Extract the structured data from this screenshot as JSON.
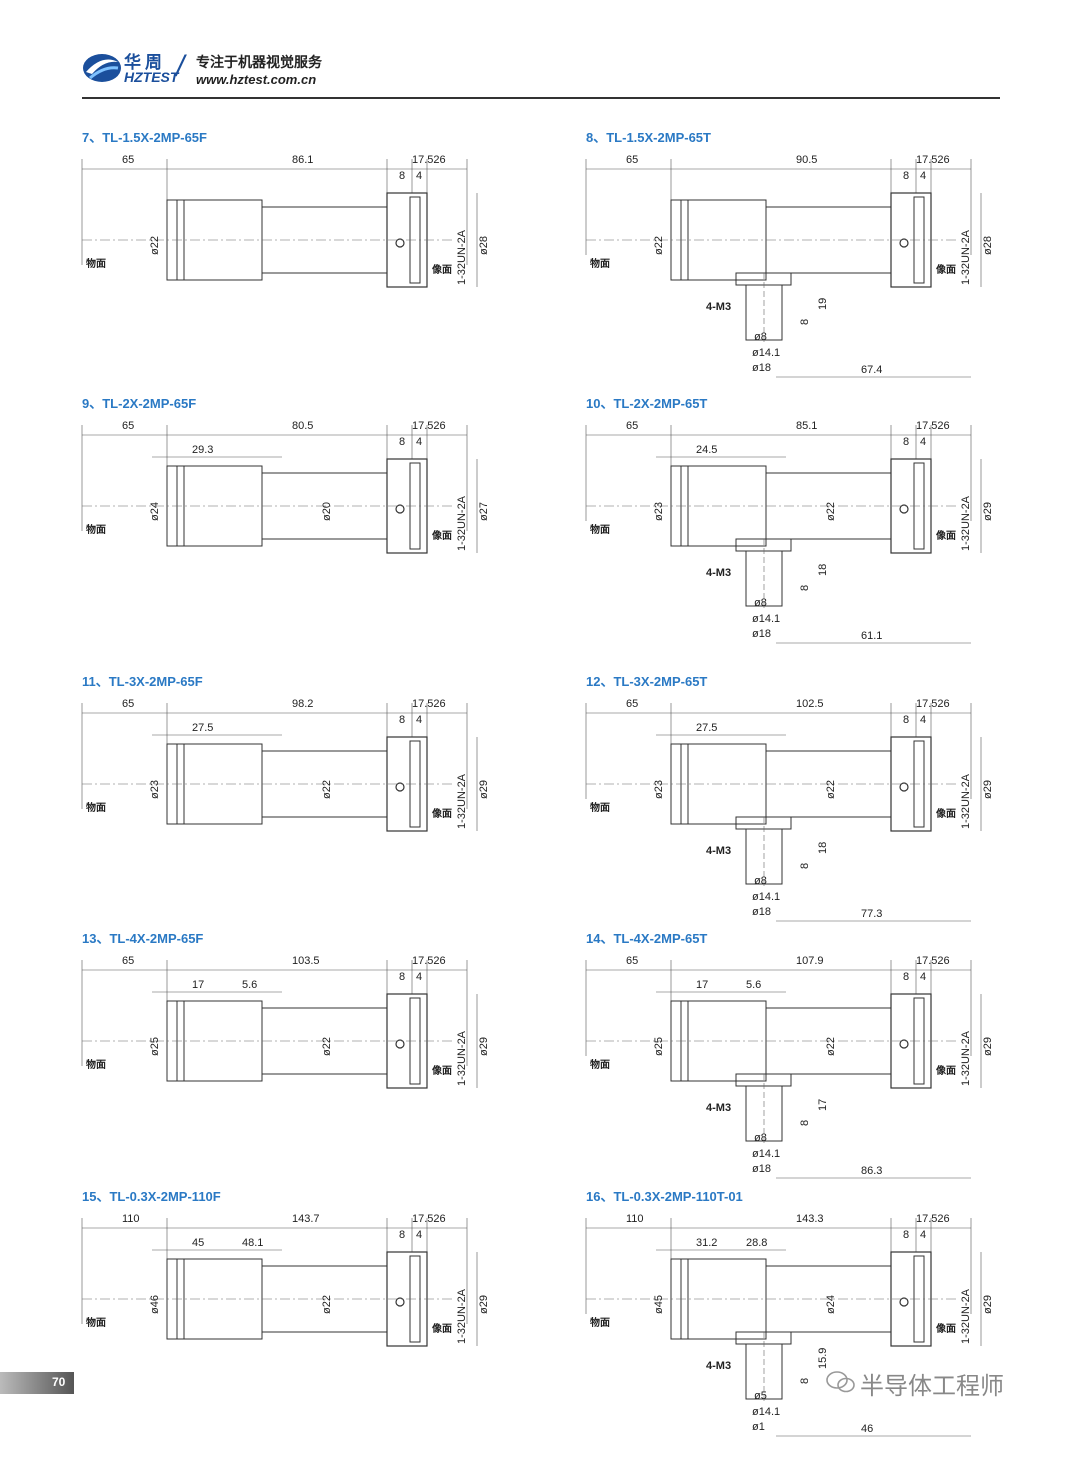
{
  "header": {
    "brand_cn": "华周",
    "brand_en": "HZTEST",
    "tagline": "专注于机器视觉服务",
    "url": "www.hztest.com.cn"
  },
  "labels": {
    "object_face": "物面",
    "image_face": "像面",
    "thread": "1-32UN-2A",
    "screw": "4-M3"
  },
  "drawings": [
    {
      "title": "7、TL-1.5X-2MP-65F",
      "type": "F",
      "dims": [
        "65",
        "86.1",
        "17.526",
        "8",
        "4"
      ],
      "dia_main": "ø22",
      "dia_end": "ø28"
    },
    {
      "title": "8、TL-1.5X-2MP-65T",
      "type": "T",
      "dims": [
        "65",
        "90.5",
        "17.526",
        "8",
        "4"
      ],
      "dia_main": "ø22",
      "dia_end": "ø28",
      "side": [
        "ø8",
        "ø14.1",
        "ø18",
        "8",
        "19",
        "67.4"
      ]
    },
    {
      "title": "9、TL-2X-2MP-65F",
      "type": "F",
      "dims": [
        "65",
        "80.5",
        "17.526",
        "8",
        "4"
      ],
      "sub": [
        "29.3"
      ],
      "dia_main": "ø24",
      "dia_mid": "ø20",
      "dia_end": "ø27"
    },
    {
      "title": "10、TL-2X-2MP-65T",
      "type": "T",
      "dims": [
        "65",
        "85.1",
        "17.526",
        "8",
        "4"
      ],
      "sub": [
        "24.5"
      ],
      "dia_main": "ø23",
      "dia_mid": "ø22",
      "dia_end": "ø29",
      "side": [
        "ø8",
        "ø14.1",
        "ø18",
        "8",
        "18",
        "61.1"
      ]
    },
    {
      "title": "11、TL-3X-2MP-65F",
      "type": "F",
      "dims": [
        "65",
        "98.2",
        "17.526",
        "8",
        "4"
      ],
      "sub": [
        "27.5"
      ],
      "dia_main": "ø23",
      "dia_mid": "ø22",
      "dia_end": "ø29"
    },
    {
      "title": "12、TL-3X-2MP-65T",
      "type": "T",
      "dims": [
        "65",
        "102.5",
        "17.526",
        "8",
        "4"
      ],
      "sub": [
        "27.5"
      ],
      "dia_main": "ø23",
      "dia_mid": "ø22",
      "dia_end": "ø29",
      "side": [
        "ø8",
        "ø14.1",
        "ø18",
        "8",
        "18",
        "77.3"
      ]
    },
    {
      "title": "13、TL-4X-2MP-65F",
      "type": "F",
      "dims": [
        "65",
        "103.5",
        "17.526",
        "8",
        "4"
      ],
      "sub": [
        "17",
        "5.6"
      ],
      "dia_main": "ø25",
      "dia_mid": "ø22",
      "dia_end": "ø29"
    },
    {
      "title": "14、TL-4X-2MP-65T",
      "type": "T",
      "dims": [
        "65",
        "107.9",
        "17.526",
        "8",
        "4"
      ],
      "sub": [
        "17",
        "5.6"
      ],
      "dia_main": "ø25",
      "dia_mid": "ø22",
      "dia_end": "ø29",
      "side": [
        "ø8",
        "ø14.1",
        "ø18",
        "8",
        "17",
        "86.3"
      ]
    },
    {
      "title": "15、TL-0.3X-2MP-110F",
      "type": "F",
      "dims": [
        "110",
        "143.7",
        "17.526",
        "8",
        "4"
      ],
      "sub": [
        "45",
        "48.1"
      ],
      "dia_main": "ø46",
      "dia_mid": "ø22",
      "dia_end": "ø29"
    },
    {
      "title": "16、TL-0.3X-2MP-110T-01",
      "type": "T",
      "dims": [
        "110",
        "143.3",
        "17.526",
        "8",
        "4"
      ],
      "sub": [
        "31.2",
        "28.8"
      ],
      "dia_main": "ø45",
      "dia_mid": "ø24",
      "dia_end": "ø29",
      "side": [
        "ø5",
        "ø14.1",
        "ø1",
        "8",
        "15.9",
        "46"
      ]
    }
  ],
  "footer": {
    "page_number": "70",
    "watermark": "半导体工程师"
  }
}
